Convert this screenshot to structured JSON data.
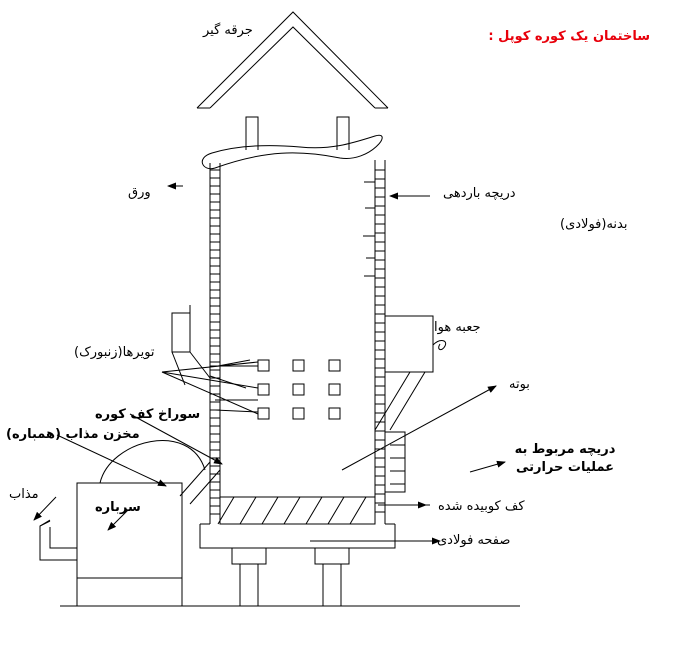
{
  "title": "ساختمان یک کوره کوپل :",
  "colors": {
    "title": "#e8000b",
    "line": "#000000",
    "background": "#ffffff"
  },
  "labels": {
    "spark_arrester": "جرقه گیر",
    "sheet": "ورق",
    "charging_door": "دریچه باردهی",
    "steel_shell": "بدنه(فولادی)",
    "wind_box": "جعبه هوا",
    "tuyeres": "تویرها(زنبورک)",
    "crucible": "بوته",
    "taphole": "سوراخ کف کوره",
    "forehearth": "مخزن مذاب (همباره)",
    "hot_work_door": "دریچه مربوط به عملیات حرارتی",
    "rammed_bottom": "کف کوبیده شده",
    "molten_metal": "مذاب",
    "slag": "سرباره",
    "steel_plate": "صفحه فولادی"
  }
}
